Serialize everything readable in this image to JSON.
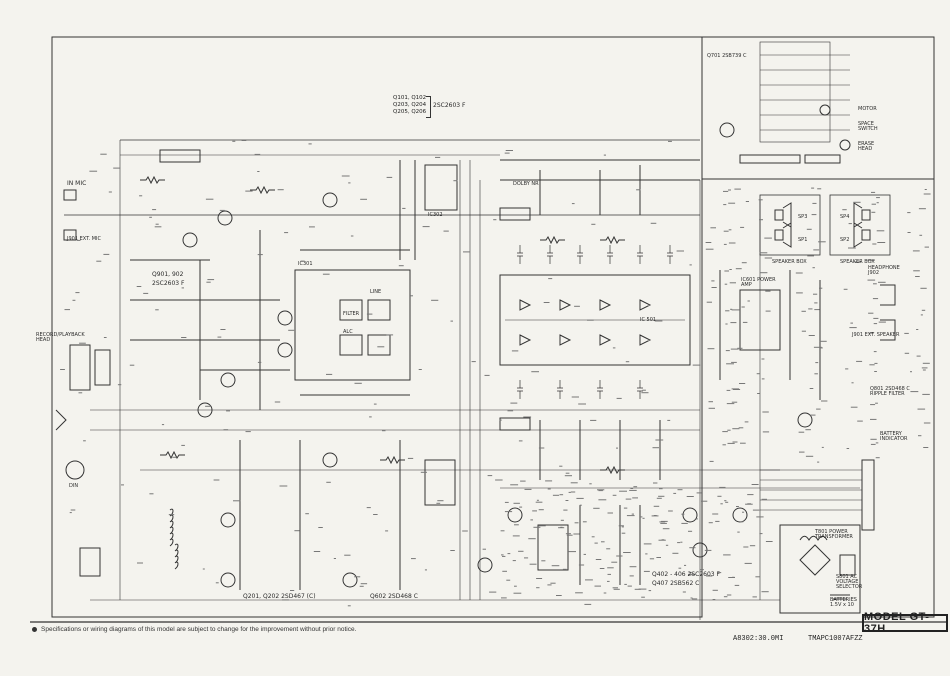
{
  "model_label": "MODEL GT-37H",
  "footnote": "Specifications or wiring diagrams of this model are subject to change for the improvement without prior notice.",
  "print_code": "A8302:30.0MI",
  "part_code": "TMAPC1007AFZZ",
  "transistor_note": {
    "lines": [
      "Q101, Q102",
      "Q203, Q204",
      "Q205, Q206"
    ],
    "part": "2SC2603 F"
  },
  "labels": {
    "in_mic": "IN MIC",
    "ext_mic": "J901 EXT. MIC",
    "record_playback_head": "RECORD/PLAYBACK HEAD",
    "q901": "Q901, 902",
    "q901_part": "2SC2603 F",
    "q701": "Q701  2SB739 C",
    "dolby": "DOLBY NR",
    "ic301": "IC301",
    "ic302": "IC302",
    "ic501": "IC 501",
    "ic601": "IC601  POWER AMP",
    "speaker_box_1": "SPEAKER BOX",
    "speaker_box_2": "SPEAKER BOX",
    "sp1": "SP1",
    "sp2": "SP2",
    "sp3": "SP3",
    "sp4": "SP4",
    "headphone": "HEADPHONE J902",
    "ext_speaker": "J901 EXT. SPEAKER",
    "q801": "Q801  2SD468 C  RIPPLE FILTER",
    "battery_indicator": "BATTERY INDICATOR",
    "power_transformer": "T801 POWER TRANSFORMER",
    "ac_voltage_selector": "S801 AC VOLTAGE SELECTOR",
    "batteries": "BATTERIES 1.5V x 10",
    "din": "DIN",
    "q201": "Q201, Q202  2SD467 (C)",
    "q602": "Q602  2SD468 C",
    "q402": "Q402 - 406  2SC2603 F",
    "q407": "Q407  2SB562 C",
    "filter": "FILTER",
    "alc": "ALC",
    "line": "LINE",
    "motor": "MOTOR",
    "pause_switch": "SPACE SWITCH",
    "erase_head": "ERASE HEAD"
  }
}
